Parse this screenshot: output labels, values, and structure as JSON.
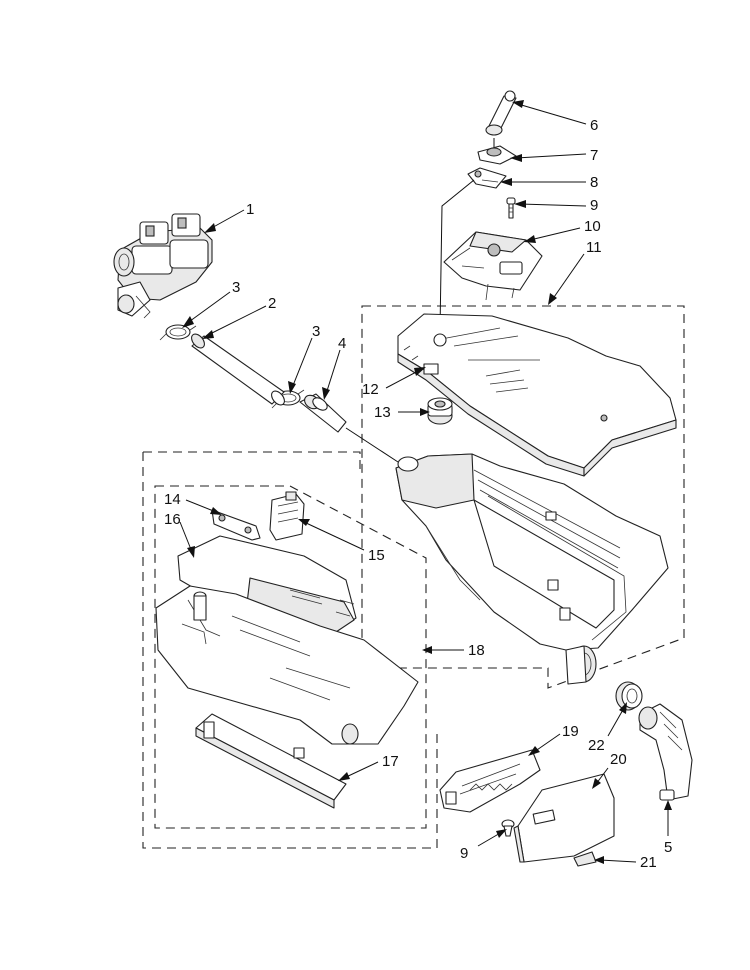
{
  "diagram": {
    "callouts": {
      "c1": "1",
      "c2": "2",
      "c3a": "3",
      "c3b": "3",
      "c4": "4",
      "c5": "5",
      "c6": "6",
      "c7": "7",
      "c8": "8",
      "c9a": "9",
      "c9b": "9",
      "c10": "10",
      "c11": "11",
      "c12": "12",
      "c13": "13",
      "c14": "14",
      "c15": "15",
      "c16": "16",
      "c17": "17",
      "c18": "18",
      "c19": "19",
      "c20": "20",
      "c21": "21",
      "c22": "22"
    }
  }
}
